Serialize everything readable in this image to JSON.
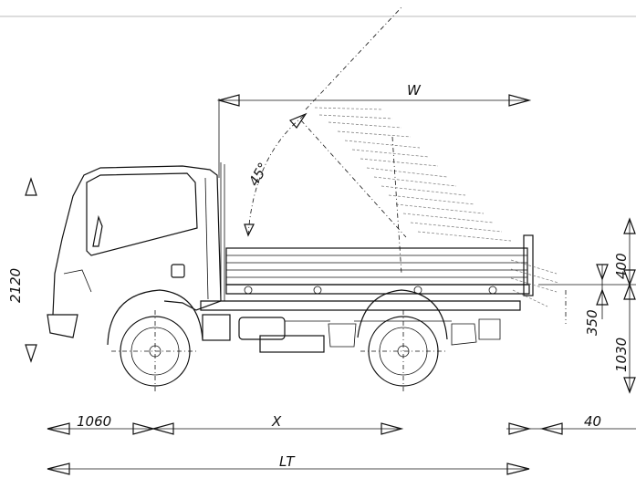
{
  "dimensions": {
    "w": "W",
    "angle": "45°",
    "height_total": "2120",
    "side_400": "400",
    "side_350": "350",
    "side_1030": "1030",
    "front_overhang": "1060",
    "x": "X",
    "rear_40": "40",
    "lt": "LT"
  },
  "colors": {
    "line": "#111111",
    "background": "#ffffff"
  }
}
